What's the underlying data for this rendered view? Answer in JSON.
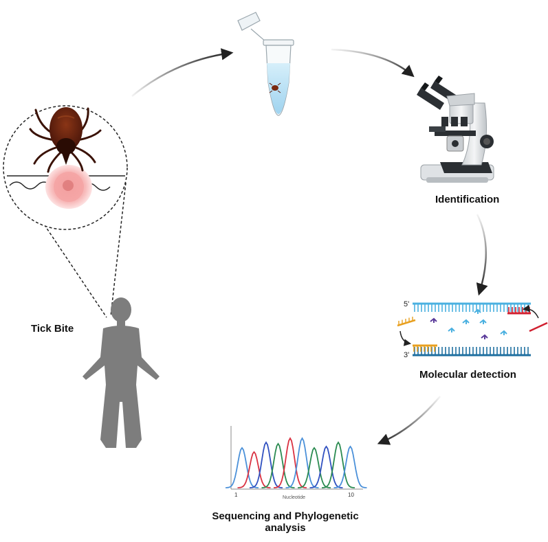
{
  "labels": {
    "tick_bite": "Tick Bite",
    "identification": "Identification",
    "molecular_detection": "Molecular detection",
    "sequencing_line1": "Sequencing and Phylogenetic",
    "sequencing_line2": "analysis"
  },
  "dna": {
    "five_prime": "5'",
    "three_prime": "3'"
  },
  "chromatogram": {
    "x_start": "1",
    "x_end": "10",
    "x_label": "Nucleotide"
  },
  "colors": {
    "arrow": "#222222",
    "tick_body": "#6b2410",
    "skin_redness": "#f08080",
    "human_silhouette": "#7d7d7d",
    "dna_top": "#4ab0e0",
    "dna_bottom": "#1f6fa0",
    "primer_orange": "#e8a020",
    "primer_red": "#d02030",
    "tube_liquid": "#bfe3f5"
  },
  "chromatogram_peaks": [
    {
      "color": "#4a90d9"
    },
    {
      "color": "#d93040"
    },
    {
      "color": "#3050c0"
    },
    {
      "color": "#2a8a50"
    },
    {
      "color": "#d93040"
    },
    {
      "color": "#4a90d9"
    },
    {
      "color": "#2a8a50"
    },
    {
      "color": "#3050c0"
    },
    {
      "color": "#2a8a50"
    },
    {
      "color": "#4a90d9"
    }
  ]
}
